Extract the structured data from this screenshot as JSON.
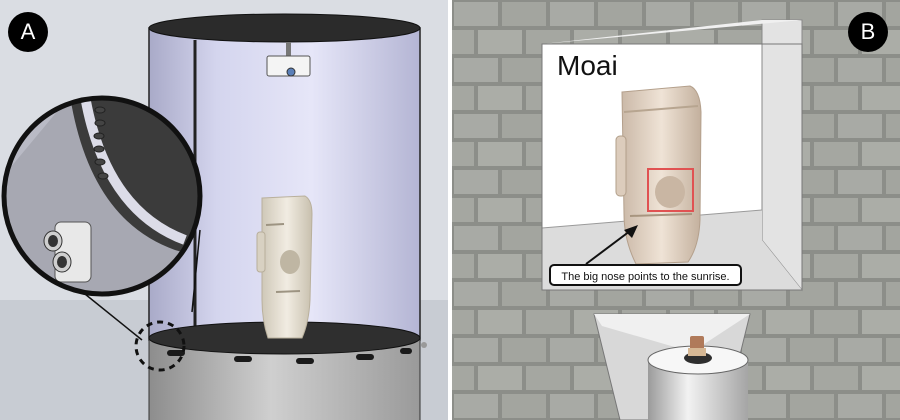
{
  "panels": {
    "a": {
      "badge": "A"
    },
    "b": {
      "badge": "B",
      "title": "Moai",
      "callout": "The big nose points to the sunrise."
    }
  }
}
